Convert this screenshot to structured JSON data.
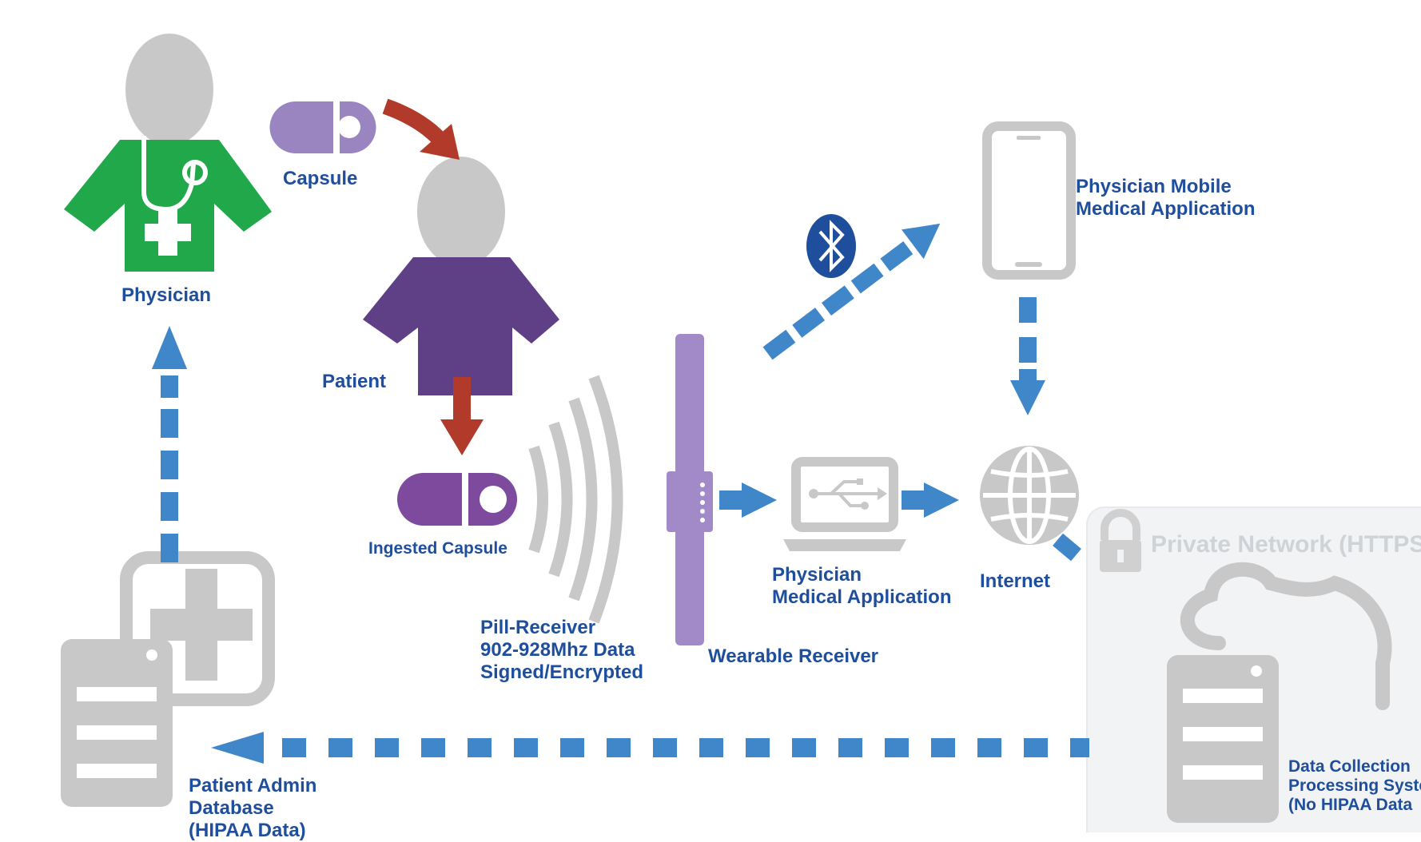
{
  "labels": {
    "physician": "Physician",
    "capsule": "Capsule",
    "patient": "Patient",
    "ingested_capsule": "Ingested Capsule",
    "pill_receiver": [
      "Pill-Receiver",
      "902-928Mhz Data",
      "Signed/Encrypted"
    ],
    "wearable_receiver": "Wearable Receiver",
    "physician_mobile_app": [
      "Physician Mobile",
      "Medical Application"
    ],
    "physician_medical_app": [
      "Physician",
      "Medical Application"
    ],
    "internet": "Internet",
    "private_network": "Private Network (HTTPS",
    "patient_admin_db": [
      "Patient Admin",
      "Database",
      "(HIPAA Data)"
    ],
    "data_collection": [
      "Data Collection",
      "Processing Syste",
      "(No HIPAA Data"
    ]
  },
  "icons": [
    "physician-icon",
    "capsule-icon",
    "patient-icon",
    "ingested-capsule-icon",
    "signal-waves-icon",
    "wearable-receiver-icon",
    "bluetooth-icon",
    "mobile-phone-icon",
    "laptop-usb-icon",
    "globe-icon",
    "lock-icon",
    "cloud-icon",
    "server-icon",
    "medical-database-icon"
  ],
  "colors": {
    "label_blue": "#1f4e9c",
    "dashed_arrow_blue": "#3f87c9",
    "red_arrow": "#b23a2a",
    "physician_green": "#20a84a",
    "patient_purple": "#5f3f86",
    "capsule_light_purple": "#9b85c1",
    "capsule_dark_purple": "#7d4a9e",
    "wearable_purple": "#a28ac8",
    "icon_gray": "#c8c8c8",
    "private_network_bg": "#f2f3f5"
  }
}
